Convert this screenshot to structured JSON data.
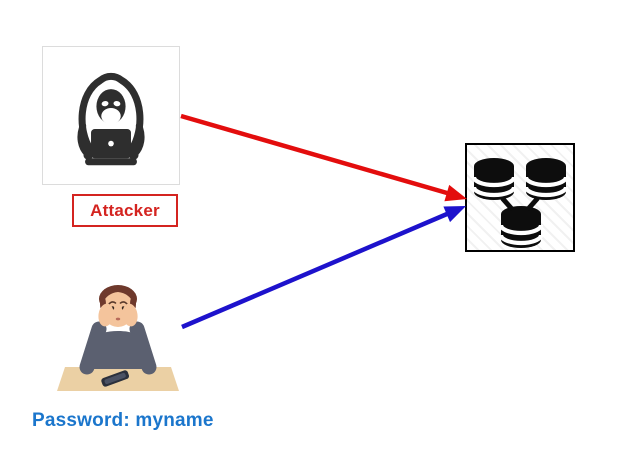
{
  "attacker": {
    "label": "Attacker",
    "label_color": "#d42420",
    "icon": "hacker-with-laptop-icon"
  },
  "user": {
    "caption": "Password: myname",
    "caption_color": "#1b76cc",
    "icon": "worried-person-at-desk-icon"
  },
  "database": {
    "icon": "database-cluster-icon",
    "border_color": "#000000"
  },
  "arrows": [
    {
      "id": "attacker-to-database",
      "from": "attacker",
      "to": "database",
      "color": "#e30d0d"
    },
    {
      "id": "user-to-database",
      "from": "user",
      "to": "database",
      "color": "#1d12cc"
    }
  ]
}
